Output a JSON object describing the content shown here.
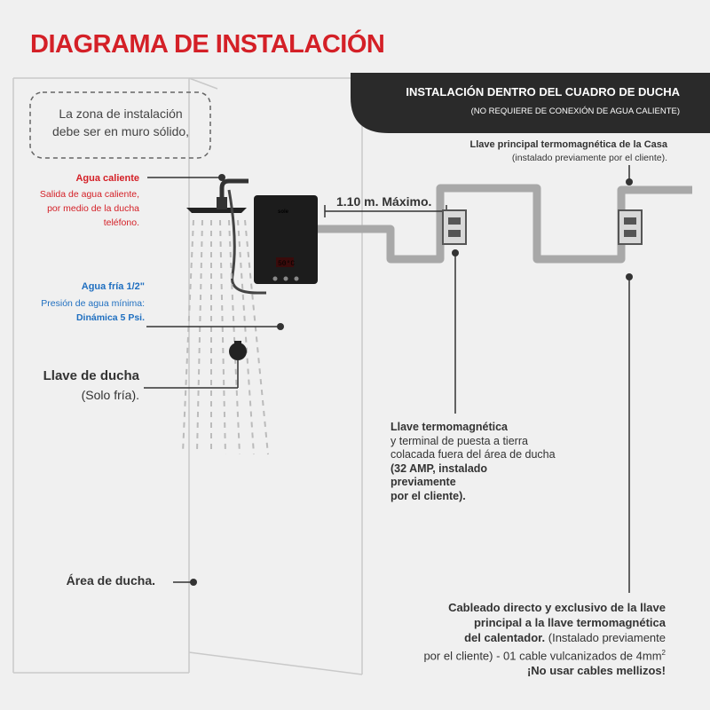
{
  "title": "DIAGRAMA DE INSTALACIÓN",
  "banner": {
    "title": "INSTALACIÓN DENTRO DEL CUADRO DE DUCHA",
    "subtitle": "(NO REQUIERE DE CONEXIÓN DE AGUA CALIENTE)"
  },
  "note": {
    "line1": "La zona de instalación",
    "line2": "debe ser en muro sólido,"
  },
  "hot_water": {
    "title": "Agua caliente",
    "lines": [
      "Salida de agua caliente,",
      "por medio de la ducha",
      "teléfono."
    ]
  },
  "cold_water": {
    "title": "Agua fría 1/2\"",
    "line1": "Presión de agua mínima:",
    "line2": "Dinámica  5 Psi."
  },
  "shower_valve": {
    "title": "Llave de ducha",
    "subtitle": "(Solo fría)."
  },
  "shower_area": "Área de ducha.",
  "distance": "1.10 m. Máximo.",
  "main_breaker": {
    "title": "Llave principal termomagnética de la Casa",
    "subtitle": "(instalado previamente por el cliente)."
  },
  "breaker_note": {
    "line1": "Llave termomagnética",
    "line2": "y terminal de puesta a tierra",
    "line3": "colacada fuera del área de ducha",
    "line4": "(32 AMP, instalado",
    "line5": "previamente",
    "line6": "por el cliente)."
  },
  "cable_note": {
    "line1": "Cableado directo y exclusivo de la llave",
    "line2": "principal a la llave termomagnética",
    "line3_bold": "del calentador.",
    "line3_rest": " (Instalado previamente",
    "line4": "por el cliente) - 01 cable vulcanizados de 4mm",
    "line4_sup": "2",
    "line5": "¡No usar cables  mellizos!"
  },
  "heater": {
    "display": "50°C",
    "brand": "sole"
  },
  "colors": {
    "accent_red": "#d42027",
    "cold_blue": "#1f6fc0",
    "banner_bg": "#2a2a2a",
    "cable_gray": "#a8a8a8"
  }
}
